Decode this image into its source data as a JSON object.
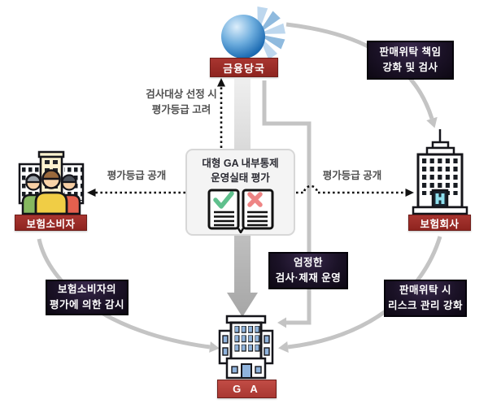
{
  "nodes": {
    "regulator": {
      "label": "금융당국"
    },
    "consumer": {
      "label": "보험소비자"
    },
    "insurer": {
      "label": "보험회사"
    },
    "ga": {
      "label": "G A"
    }
  },
  "evaluation_box": {
    "line1": "대형 GA 내부통제",
    "line2": "운영실태 평가"
  },
  "callouts": {
    "entrust_inspection": {
      "line1": "판매위탁 책임",
      "line2": "강화 및 검사"
    },
    "strict_sanctions": {
      "line1": "엄정한",
      "line2": "검사·제재 운영"
    },
    "consumer_watch": {
      "line1": "보험소비자의",
      "line2": "평가에 의한 감시"
    },
    "risk_management": {
      "line1": "판매위탁 시",
      "line2": "리스크 관리 강화"
    }
  },
  "annotations": {
    "grade_consider_line1": "검사대상 선정 시",
    "grade_consider_line2": "평가등급 고려",
    "grade_disclose_left": "평가등급 공개",
    "grade_disclose_right": "평가등급 공개"
  },
  "icons": {
    "regulator": "globe-icon",
    "consumer": "people-group-icon",
    "insurer": "office-tower-icon",
    "ga": "office-building-icon",
    "evaluation": "open-book-check-cross-icon"
  },
  "colors": {
    "label_red": "#9e2d28",
    "ga_label_red": "#b5423c",
    "callout_black": "#17101f",
    "arrow_gray": "#c4c4c4",
    "dotted_black": "#111111",
    "globe_blue": "#1e6db5",
    "check_green": "#5fc08d",
    "cross_red": "#ee8585",
    "window_blue": "#8fb3dc",
    "entrance_cyan": "#8fe0ee"
  }
}
